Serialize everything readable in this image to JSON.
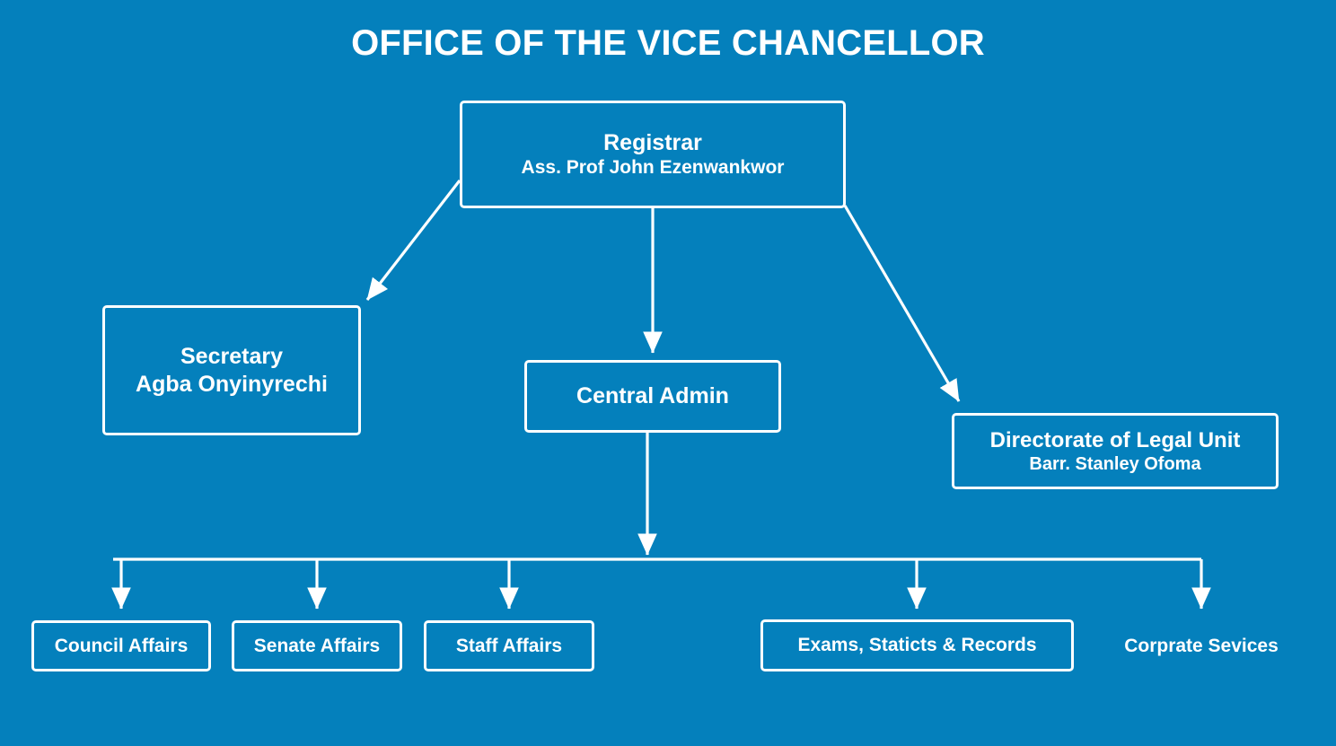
{
  "chart": {
    "title": "OFFICE OF THE VICE CHANCELLOR",
    "background_color": "#0480bc",
    "line_color": "#ffffff",
    "text_color": "#ffffff",
    "type": "organizational-chart"
  },
  "nodes": {
    "registrar": {
      "line1": "Registrar",
      "line2": "Ass. Prof John Ezenwankwor"
    },
    "secretary": {
      "line1": "Secretary",
      "line2": "Agba Onyinyrechi"
    },
    "central_admin": {
      "line1": "Central Admin"
    },
    "legal_unit": {
      "line1": "Directorate of Legal Unit",
      "line2": "Barr. Stanley Ofoma"
    },
    "council_affairs": {
      "line1": "Council Affairs"
    },
    "senate_affairs": {
      "line1": "Senate Affairs"
    },
    "staff_affairs": {
      "line1": "Staff Affairs"
    },
    "exams_records": {
      "line1": "Exams, Staticts & Records"
    },
    "corporate_services": {
      "line1": "Corprate Sevices"
    }
  },
  "connections": [
    {
      "from": "registrar",
      "to": "secretary",
      "style": "diagonal-arrow"
    },
    {
      "from": "registrar",
      "to": "central_admin",
      "style": "vertical-arrow"
    },
    {
      "from": "registrar",
      "to": "legal_unit",
      "style": "diagonal-arrow"
    },
    {
      "from": "central_admin",
      "to": "bus",
      "style": "vertical-arrow"
    },
    {
      "from": "bus",
      "to": "council_affairs",
      "style": "elbow-arrow"
    },
    {
      "from": "bus",
      "to": "senate_affairs",
      "style": "elbow-arrow"
    },
    {
      "from": "bus",
      "to": "staff_affairs",
      "style": "elbow-arrow"
    },
    {
      "from": "bus",
      "to": "exams_records",
      "style": "elbow-arrow"
    },
    {
      "from": "bus",
      "to": "corporate_services",
      "style": "elbow-arrow"
    }
  ]
}
